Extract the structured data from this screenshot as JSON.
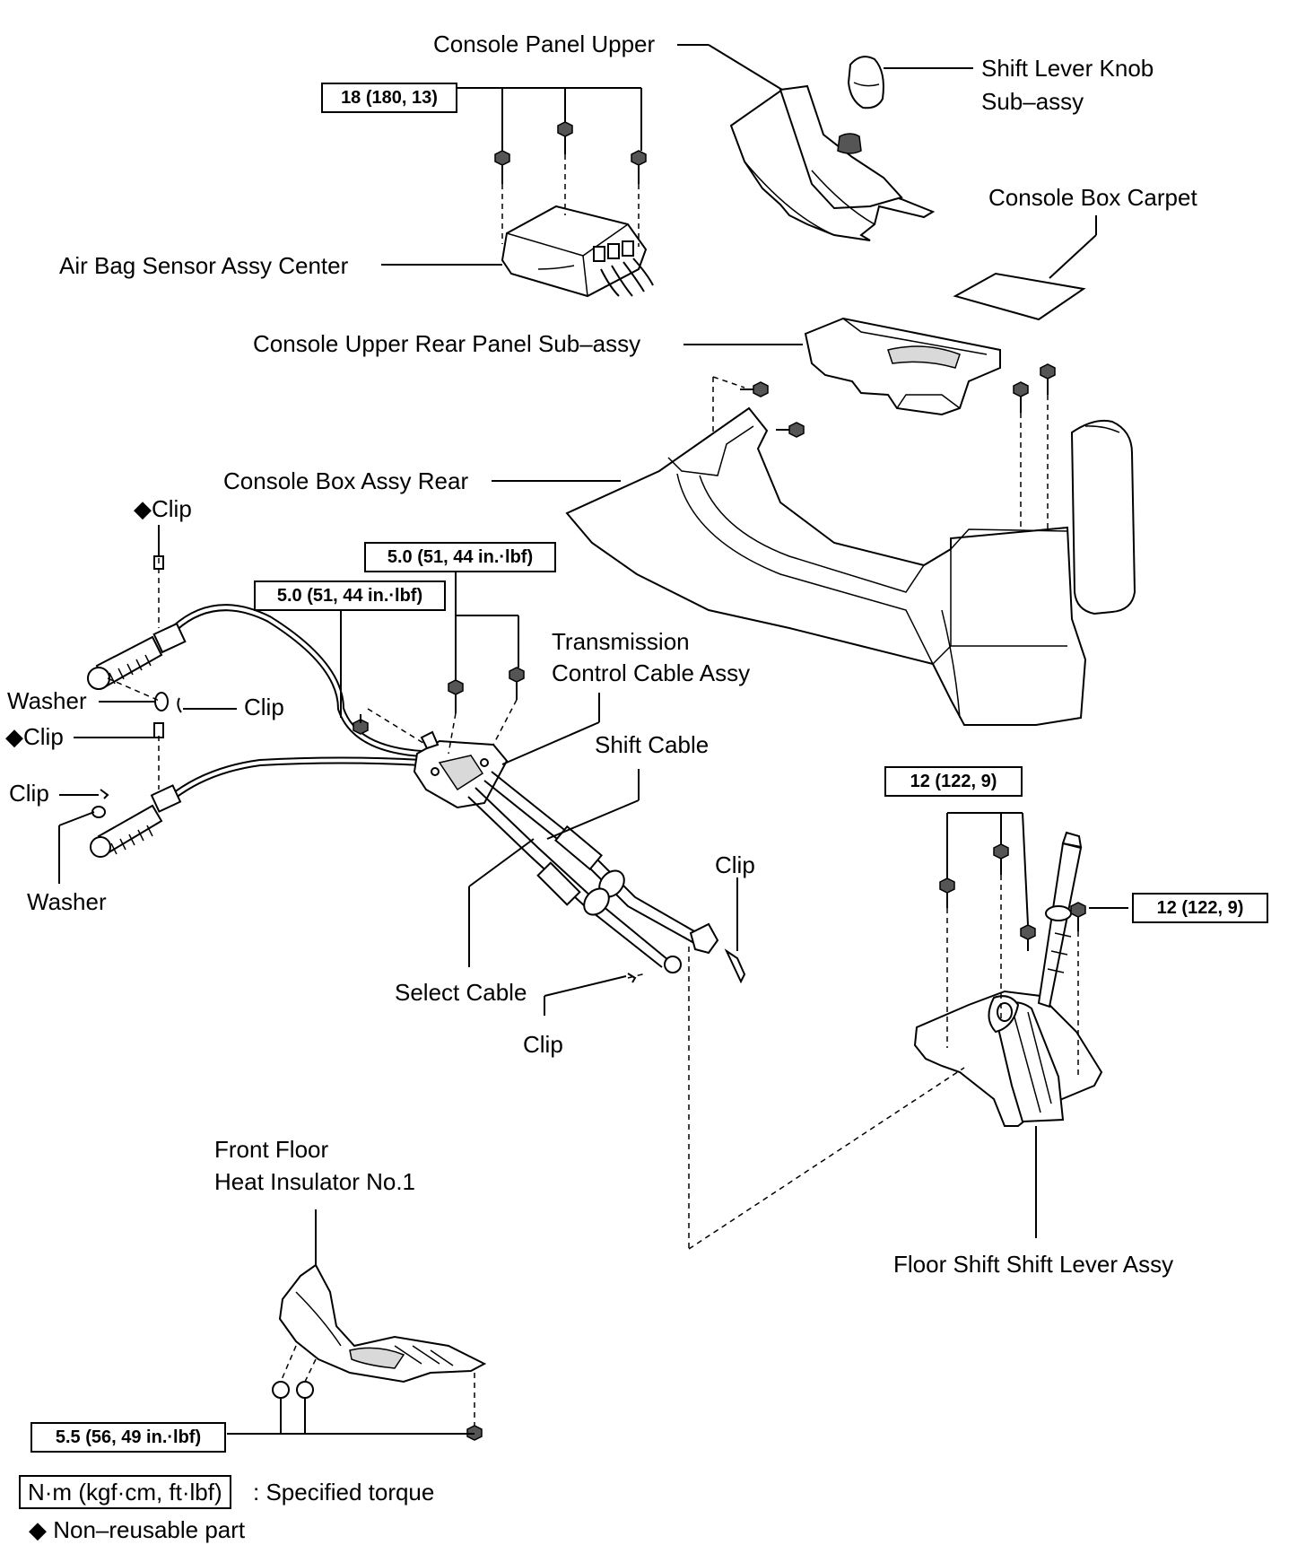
{
  "labels": {
    "console_panel_upper": "Console Panel Upper",
    "shift_lever_knob_line1": "Shift Lever Knob",
    "shift_lever_knob_line2": "Sub–assy",
    "console_box_carpet": "Console Box Carpet",
    "air_bag_sensor": "Air Bag Sensor Assy Center",
    "console_upper_rear_panel": "Console Upper Rear Panel Sub–assy",
    "console_box_rear": "Console Box Assy Rear",
    "clip_top": "◆Clip",
    "washer_upper": "Washer",
    "clip_upper_right": "Clip",
    "clip_nonreusable_lower": "◆Clip",
    "clip_left": "Clip",
    "washer_lower": "Washer",
    "transmission_cable_line1": "Transmission",
    "transmission_cable_line2": "Control Cable Assy",
    "shift_cable": "Shift Cable",
    "clip_right": "Clip",
    "select_cable": "Select Cable",
    "clip_bottom": "Clip",
    "floor_shift_lever": "Floor Shift Shift Lever Assy",
    "front_floor_line1": "Front Floor",
    "front_floor_line2": "Heat Insulator No.1"
  },
  "torque": {
    "air_bag": "18 (180, 13)",
    "cable_bracket_right": "5.0 (51, 44 in.·lbf)",
    "cable_bracket_left": "5.0 (51, 44 in.·lbf)",
    "shift_lever_upper": "12 (122, 9)",
    "shift_lever_right": "12 (122, 9)",
    "heat_insulator": "5.5 (56, 49 in.·lbf)"
  },
  "legend": {
    "torque_unit": "N·m (kgf·cm, ft·lbf)",
    "torque_desc": ": Specified torque",
    "nonreusable": "◆ Non–reusable part"
  }
}
